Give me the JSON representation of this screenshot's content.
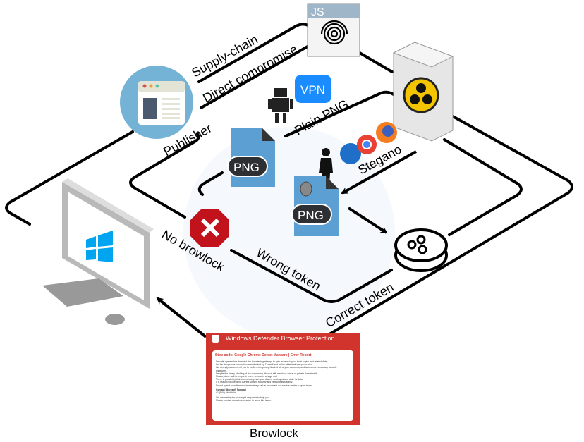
{
  "labels": {
    "supply_chain": "Supply-chain",
    "direct_compromise": "Direct compromise",
    "publisher": "Publisher",
    "plain_png": "Plain PNG",
    "stegano": "Stegano",
    "no_browlock": "No browlock",
    "wrong_token": "Wrong token",
    "correct_token": "Correct token",
    "browlock": "Browlock"
  },
  "icons": {
    "js_card": "JS",
    "vpn": "VPN",
    "png_plain": "PNG",
    "png_stegano": "PNG"
  },
  "browlock_screen": {
    "title": "Windows Defender Browser Protection",
    "header": "Stop code: Google Chrome Detect Malware | Error Report",
    "body": [
      "Security system has detected the threatening attempt to gain access to your bank logins and related data,",
      "but the dangerous connection was blocked by Firewall and further data leak was prevented.",
      "We strongly recommend you to perform temporary block of all of your accounts, and take some necessary security measures.",
      "Despite the timely blocking of the connection, there is still a serious threat of private data stealth.",
      "Please, don't wait to respond, every second is a huge risk!",
      "There is possibility that virus already hurt your data or destroyed and stole its data.",
      "It is reason for checking current system security and verifying its stability.",
      "Do not spend your time and immediately call us or contact our service center support team."
    ],
    "support_label": "Contact Microsoft Support",
    "phone": "+1 (844) ########",
    "footer": [
      "We are waiting for your rapid response to help you.",
      "Please contact our administration to solve this issue."
    ]
  },
  "colors": {
    "browlock_red": "#d0342c",
    "publisher_blue": "#74b3d6",
    "png_blue": "#5b9fd3",
    "vpn_blue": "#1a8cff",
    "windows_blue": "#00a4ef"
  }
}
